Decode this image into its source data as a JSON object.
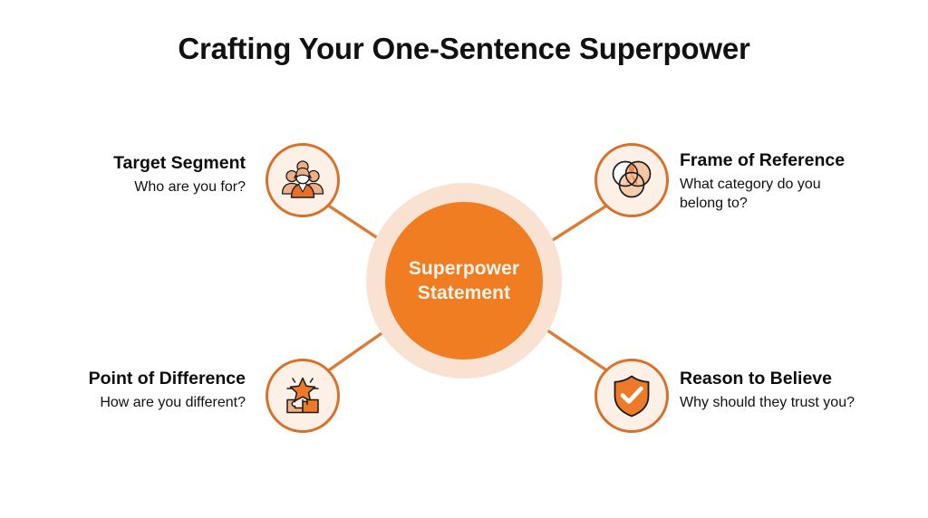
{
  "page": {
    "title": "Crafting Your One-Sentence Superpower",
    "background_color": "#ffffff"
  },
  "colors": {
    "accent_orange": "#f07d22",
    "ring_orange": "#d9702a",
    "halo_peach": "#fae2d2",
    "node_fill_cream": "#fdf1e7",
    "connector": "#dd7b33",
    "title_text": "#111111",
    "hub_text": "#fdf4ec"
  },
  "hub": {
    "label_line1": "Superpower",
    "label_line2": "Statement",
    "icon": "hub-circle"
  },
  "nodes": [
    {
      "id": "target-segment",
      "title": "Target Segment",
      "subtitle": "Who are you for?",
      "icon": "people-group-icon",
      "position": "top-left"
    },
    {
      "id": "frame-of-reference",
      "title": "Frame of Reference",
      "subtitle_line1": "What category do you",
      "subtitle_line2": "belong to?",
      "subtitle": "What category do you belong to?",
      "icon": "venn-diagram-icon",
      "position": "top-right"
    },
    {
      "id": "point-of-difference",
      "title": "Point of Difference",
      "subtitle": "How are you different?",
      "icon": "puzzle-star-icon",
      "position": "bottom-left"
    },
    {
      "id": "reason-to-believe",
      "title": "Reason to Believe",
      "subtitle": "Why should they trust you?",
      "icon": "shield-check-icon",
      "position": "bottom-right"
    }
  ]
}
